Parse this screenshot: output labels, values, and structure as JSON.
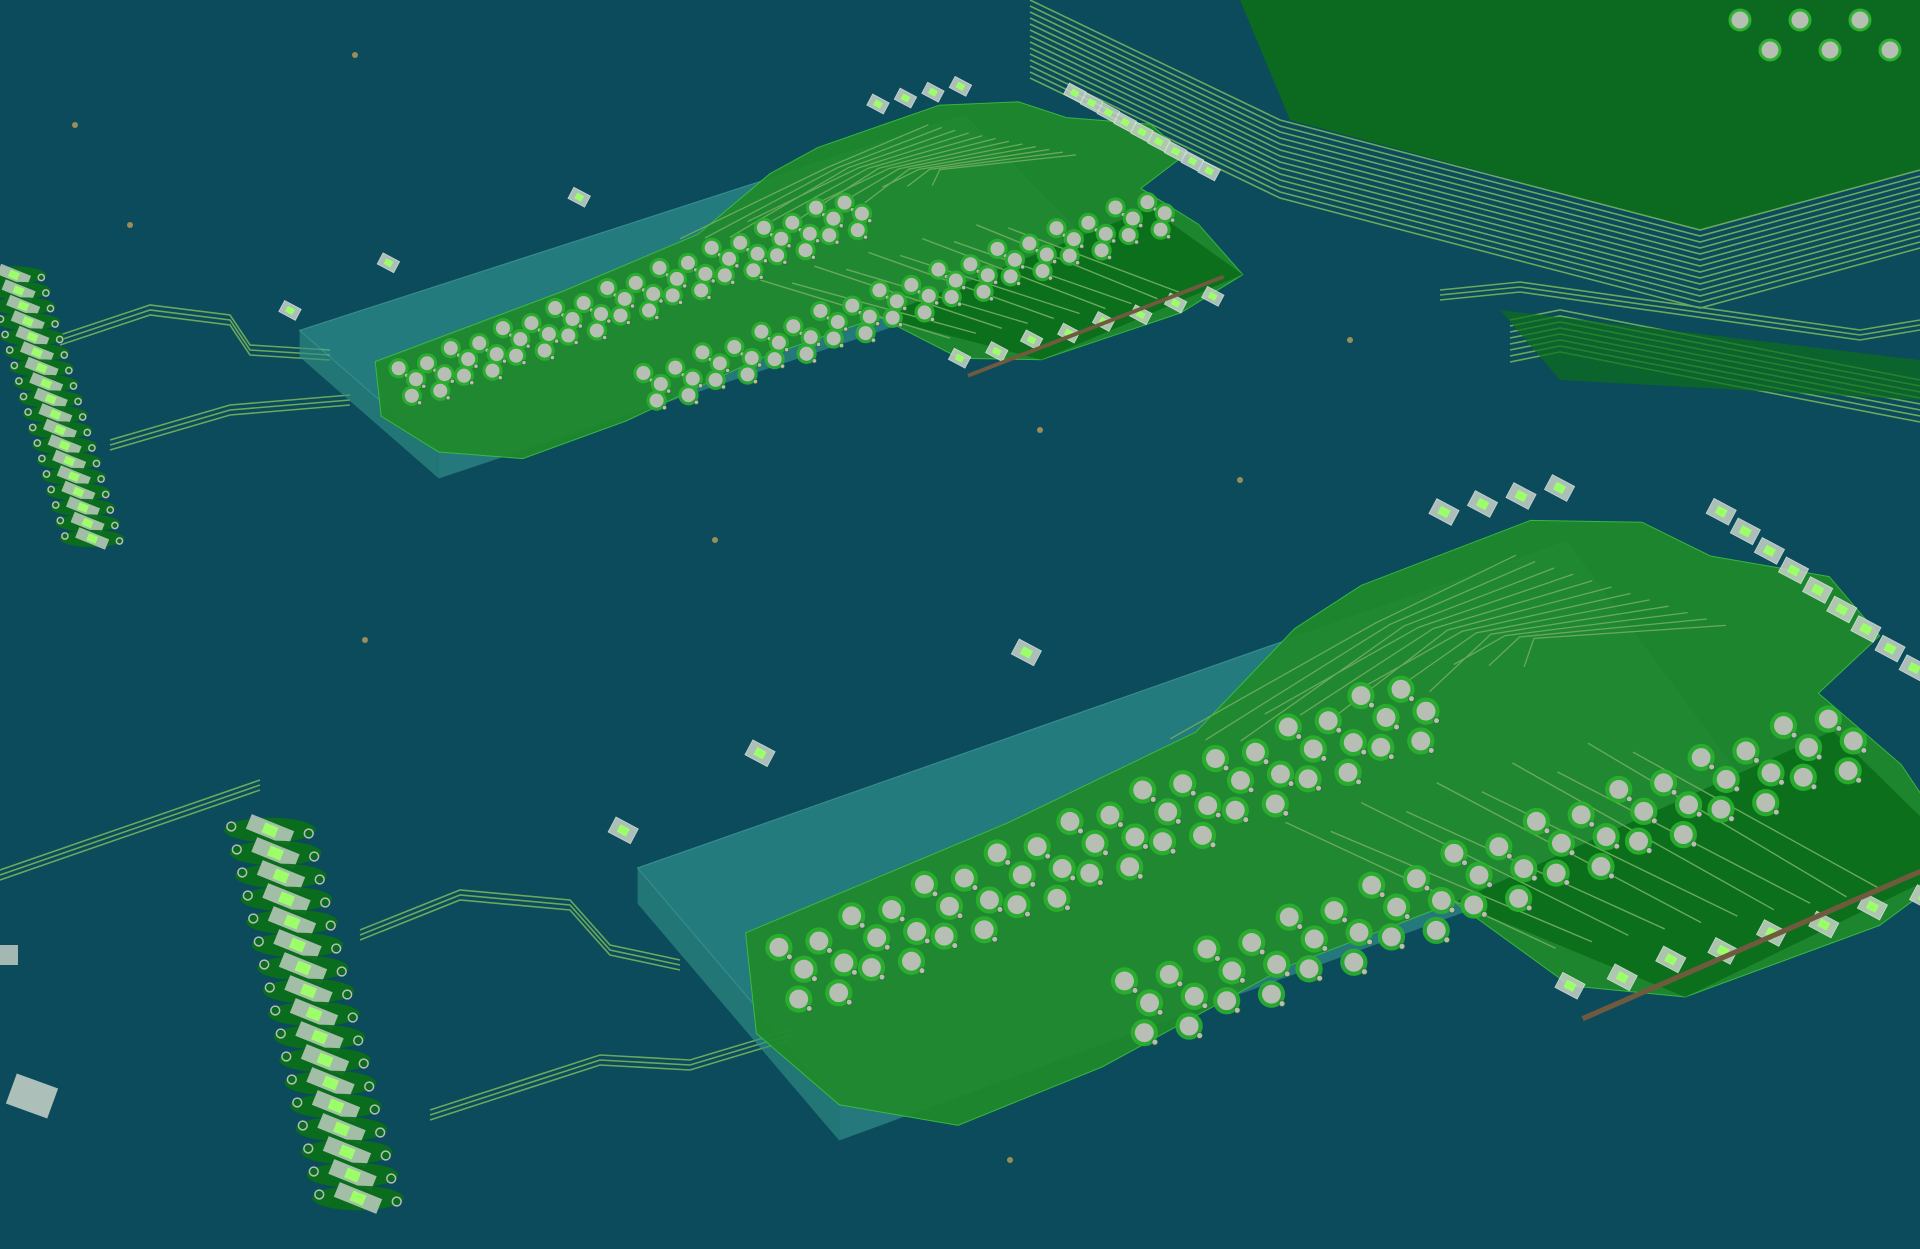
{
  "viewer": {
    "mode": "3d-pcb-viewer",
    "labels_visible": false
  },
  "colors": {
    "background": "#0b4b5b",
    "board_green": "#1f8a2a",
    "board_dark": "#0b6e1a",
    "copper_trace": "#6aa95d",
    "pad_gray": "#b7bfb5",
    "pad_ring": "#2bb02f",
    "enclosure_glass": "#3aa39a",
    "enclosure_edge": "#5cc0b6",
    "led_green": "#9cff6a",
    "resistor_body": "#c9d3c9",
    "brown_trace": "#6f5a3e"
  },
  "items": {
    "pcb_modules": [
      "module-top",
      "module-bottom"
    ],
    "connector_strips": [
      "left-strip-top",
      "left-strip-bottom"
    ],
    "trace_bundles": [
      "top-right-bundle",
      "right-bundle"
    ]
  }
}
